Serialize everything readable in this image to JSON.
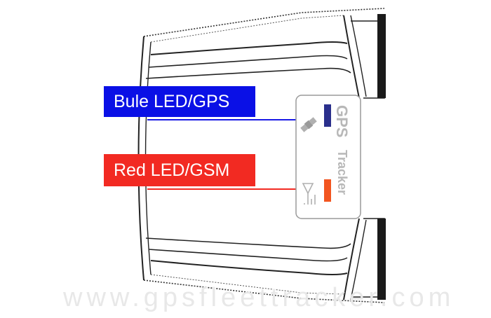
{
  "callouts": {
    "gps": {
      "label": "Bule LED/GPS",
      "color": "#0a10e6"
    },
    "gsm": {
      "label": "Red LED/GSM",
      "color": "#f22a22"
    }
  },
  "panel": {
    "label_gps": "GPS",
    "label_tracker": "Tracker",
    "gps_led_color": "#2a2f8c",
    "gsm_led_color": "#f25520"
  },
  "watermark": "www.gpsfleettracker.com"
}
